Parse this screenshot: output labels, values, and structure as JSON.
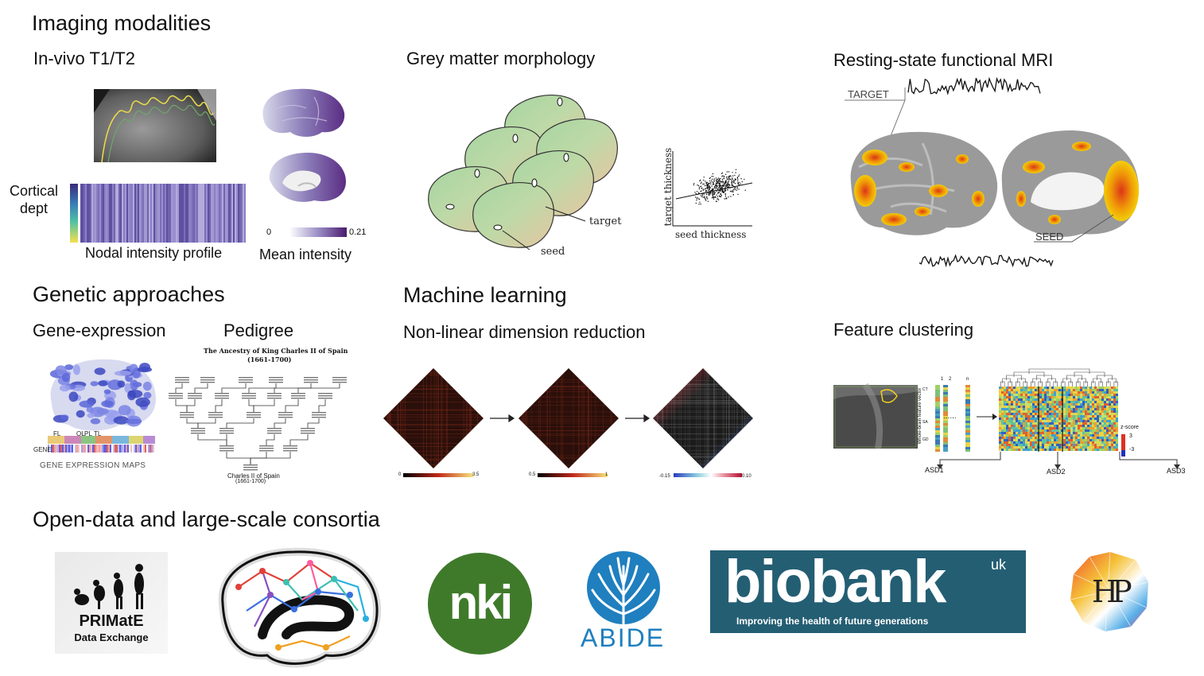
{
  "headings": {
    "imaging": "Imaging modalities",
    "genetic": "Genetic approaches",
    "ml": "Machine learning",
    "open": "Open-data and large-scale consortia"
  },
  "panels": {
    "t1t2": {
      "title": "In-vivo T1/T2",
      "cortical_depth": "Cortical\ndept",
      "nodal_profile": "Nodal intensity profile",
      "mean_intensity": "Mean intensity",
      "cbar_min": "0",
      "cbar_max": "0.21"
    },
    "grey": {
      "title": "Grey matter morphology",
      "target": "target",
      "seed": "seed",
      "scatter_y": "target thickness",
      "scatter_x": "seed thickness"
    },
    "rsfmri": {
      "title": "Resting-state functional MRI",
      "target": "TARGET",
      "seed": "SEED"
    },
    "gene": {
      "title": "Gene-expression",
      "maps": "GENE EXPRESSION MAPS",
      "lobes": [
        "FL",
        "OL",
        "PL",
        "TL"
      ],
      "gene_label": "GENE"
    },
    "pedigree": {
      "title": "Pedigree",
      "chart_title": "The Ancestry of King Charles II of Spain",
      "chart_years": "(1661-1700)",
      "root": "Charles II of Spain",
      "root_years": "(1661-1700)"
    },
    "nldr": {
      "title": "Non-linear dimension reduction",
      "cbars": [
        {
          "min": "0",
          "max": "3.5"
        },
        {
          "min": "0.5",
          "max": "1"
        },
        {
          "min": "-0.15",
          "max": "0.10"
        }
      ]
    },
    "cluster": {
      "title": "Feature clustering",
      "groups": [
        "ASD1",
        "ASD2",
        "ASD3"
      ],
      "zscore": "z-score",
      "z_max": "3",
      "z_min": "-3",
      "vector_label": "Whole-brain feature vector",
      "cols": [
        "1",
        "2",
        "n"
      ],
      "rows": [
        "CT",
        "SA",
        "GD"
      ]
    }
  },
  "logos": {
    "primate_line1": "PRIMatE",
    "primate_line2": "Data Exchange",
    "nki": "nki",
    "abide": "ABIDE",
    "biobank": "biobank",
    "biobank_uk": "uk",
    "biobank_tag": "Improving the health of future generations",
    "hcp": "HP"
  },
  "colors": {
    "purple": "#5b2c83",
    "biobank_bg": "#245e73",
    "nki_green": "#3f7a2a",
    "abide_blue": "#1f7fbf",
    "hot": "#f0a000"
  }
}
